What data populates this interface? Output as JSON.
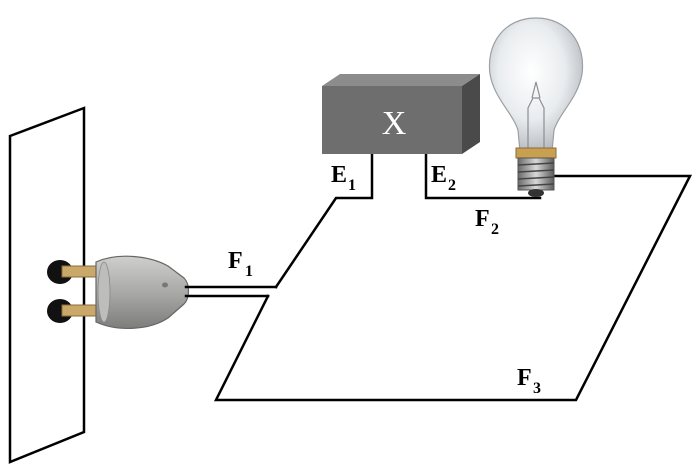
{
  "device": {
    "label": "X"
  },
  "terminals": {
    "e1": {
      "letter": "E",
      "index": "1"
    },
    "e2": {
      "letter": "E",
      "index": "2"
    }
  },
  "wires": {
    "f1": {
      "letter": "F",
      "index": "1"
    },
    "f2": {
      "letter": "F",
      "index": "2"
    },
    "f3": {
      "letter": "F",
      "index": "3"
    }
  },
  "colors": {
    "box_front": "#6e6e6e",
    "box_top": "#8c8c8c",
    "box_side": "#4a4a4a",
    "plug_body": "#a9aaa8",
    "pins": "#c9a86a",
    "sockets": "#111111",
    "wire": "#000000"
  }
}
